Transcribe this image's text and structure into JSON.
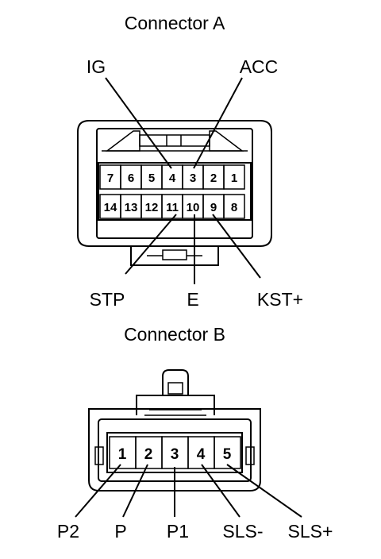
{
  "connector_a": {
    "title": "Connector A",
    "pins_row1": [
      "7",
      "6",
      "5",
      "4",
      "3",
      "2",
      "1"
    ],
    "pins_row2": [
      "14",
      "13",
      "12",
      "11",
      "10",
      "9",
      "8"
    ],
    "labels": {
      "ig": "IG",
      "acc": "ACC",
      "stp": "STP",
      "e": "E",
      "kst": "KST+"
    }
  },
  "connector_b": {
    "title": "Connector B",
    "pins": [
      "1",
      "2",
      "3",
      "4",
      "5"
    ],
    "labels": {
      "p2": "P2",
      "p": "P",
      "p1": "P1",
      "sls_minus": "SLS-",
      "sls_plus": "SLS+"
    }
  }
}
